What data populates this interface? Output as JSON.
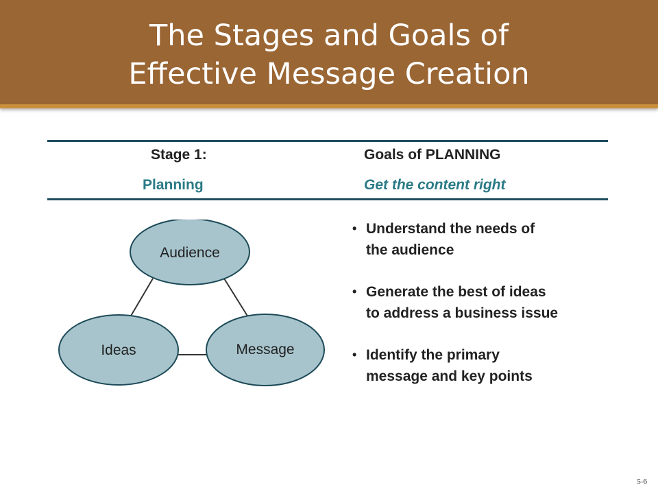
{
  "slide": {
    "title_line1": "The Stages and Goals of",
    "title_line2": "Effective Message Creation",
    "page_number": "5-6"
  },
  "table": {
    "stage_label": "Stage 1:",
    "stage_name": "Planning",
    "goals_header": "Goals of PLANNING",
    "goals_subheader": "Get the content right"
  },
  "diagram": {
    "nodes": [
      "Audience",
      "Ideas",
      "Message"
    ],
    "colors": {
      "node_fill": "#a7c4cc",
      "node_stroke": "#1d4a58"
    }
  },
  "goals": [
    {
      "line1": "Understand the needs of",
      "line2": "the audience"
    },
    {
      "line1": "Generate the best of ideas",
      "line2": "to address a business issue"
    },
    {
      "line1": "Identify the primary",
      "line2": "message and key points"
    }
  ],
  "colors": {
    "title_band": "#9a6634",
    "accent_teal": "#2a7a86",
    "rule": "#1f4e5f"
  }
}
